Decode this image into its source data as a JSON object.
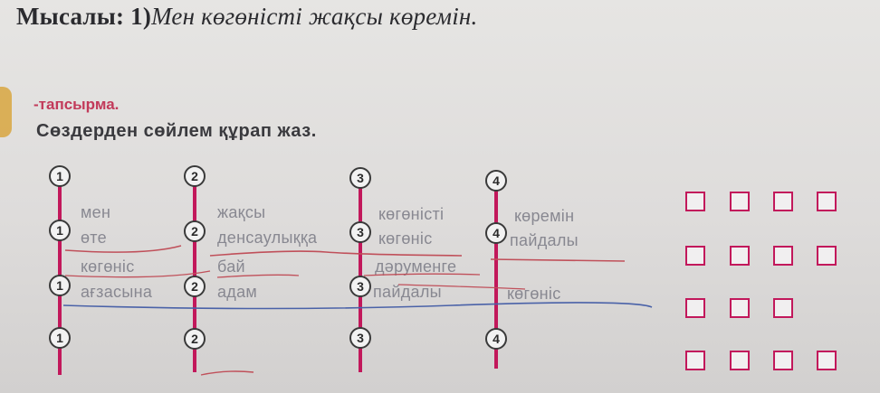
{
  "example": {
    "label": "Мысалы: 1)",
    "sentence": "Мен көгөністі жақсы көремін."
  },
  "task": {
    "label": "-тапсырма.",
    "instruction": "Сөздерден сөйлем құрап жаз."
  },
  "numbers": [
    "1",
    "2",
    "3",
    "4"
  ],
  "rows": [
    {
      "words": [
        "мен",
        "жақсы",
        "көгөністі",
        "көремін"
      ]
    },
    {
      "words": [
        "өте",
        "денсаулыққа",
        "көгөніс",
        "пайдалы"
      ]
    },
    {
      "words": [
        "көгөніс",
        "бай",
        "дәруменге",
        ""
      ]
    },
    {
      "words": [
        "ағзасына",
        "адам",
        "пайдалы",
        "көгөніс"
      ]
    }
  ],
  "answer_boxes": [
    4,
    4,
    3,
    4
  ],
  "colors": {
    "accent": "#c2185b",
    "task_label": "#c23a5a",
    "pen_red": "#c0505a",
    "pen_blue": "#4a62a8"
  }
}
